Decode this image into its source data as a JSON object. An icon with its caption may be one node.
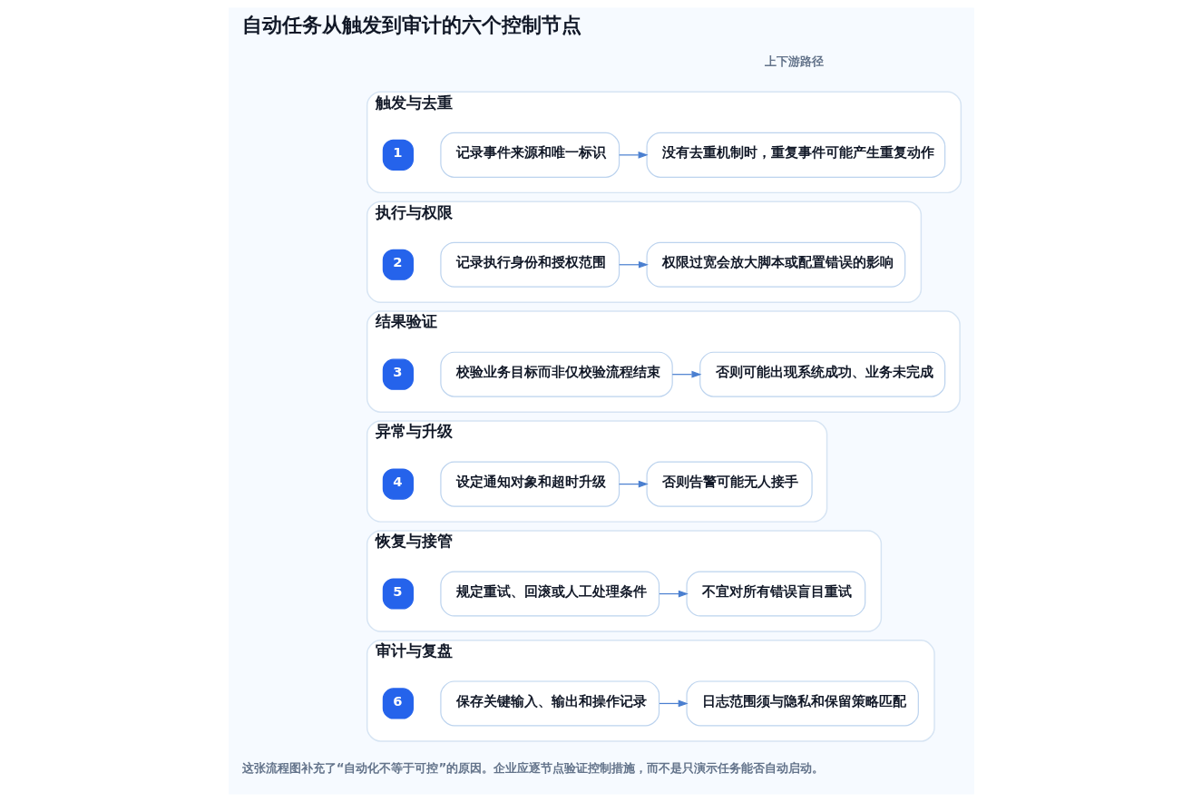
{
  "diagram": {
    "title": "自动任务从触发到审计的六个控制节点",
    "caption": "这张流程图补充了“自动化不等于可控”的原因。企业应逐节点验证控制措施，而不是只演示任务能否自动启动。",
    "nodes": [
      {
        "text": [
          "触发与去重"
        ]
      },
      {
        "text": [
          "1"
        ],
        "in": 0
      },
      {
        "text": [
          "记录事件来源和唯一标识"
        ],
        "in": 0
      },
      {
        "text": [
          "没有去重机制时，重复事件可能产生重复动作"
        ],
        "in": 0
      },
      {
        "text": [
          "执行与权限"
        ]
      },
      {
        "text": [
          "2"
        ],
        "in": 4
      },
      {
        "text": [
          "记录执行身份和授权范围"
        ],
        "in": 4
      },
      {
        "text": [
          "权限过宽会放大脚本或配置错误的影响"
        ],
        "in": 4
      },
      {
        "text": [
          "结果验证"
        ]
      },
      {
        "text": [
          "3"
        ],
        "in": 8
      },
      {
        "text": [
          "校验业务目标而非仅校验流程结束"
        ],
        "in": 8
      },
      {
        "text": [
          "否则可能出现系统成功、业务未完成"
        ],
        "in": 8
      },
      {
        "text": [
          "异常与升级"
        ]
      },
      {
        "text": [
          "4"
        ],
        "in": 12
      },
      {
        "text": [
          "设定通知对象和超时升级"
        ],
        "in": 12
      },
      {
        "text": [
          "否则告警可能无人接手"
        ],
        "in": 12
      },
      {
        "text": [
          "恢复与接管"
        ]
      },
      {
        "text": [
          "5"
        ],
        "in": 16
      },
      {
        "text": [
          "规定重试、回滚或人工处理条件"
        ],
        "in": 16
      },
      {
        "text": [
          "不宜对所有错误盲目重试"
        ],
        "in": 16
      },
      {
        "text": [
          "审计与复盘"
        ]
      },
      {
        "text": [
          "6"
        ],
        "in": 20
      },
      {
        "text": [
          "保存关键输入、输出和操作记录"
        ],
        "in": 20
      },
      {
        "text": [
          "日志范围须与隐私和保留策略匹配"
        ],
        "in": 20
      }
    ],
    "edges": [
      {
        "from": 2,
        "to": 3,
        "arrow": "to"
      },
      {
        "from": 6,
        "to": 7,
        "arrow": "to"
      },
      {
        "from": 10,
        "to": 11,
        "arrow": "to"
      },
      {
        "from": 14,
        "to": 15,
        "arrow": "to"
      },
      {
        "from": 18,
        "to": 19,
        "arrow": "to"
      },
      {
        "from": 22,
        "to": 23,
        "arrow": "to"
      }
    ],
    "labels": [
      "上下游路径"
    ]
  }
}
